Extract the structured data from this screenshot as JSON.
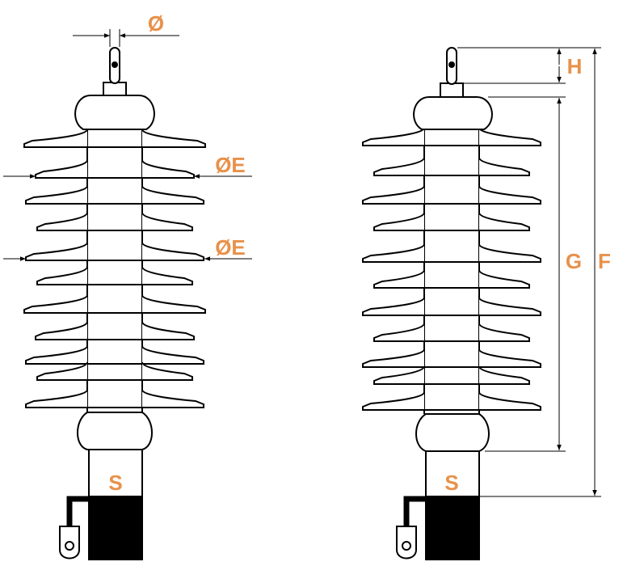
{
  "colors": {
    "label": "#E8914A",
    "line": "#000000",
    "fill": "#ffffff",
    "base": "#000000"
  },
  "labels": {
    "left": {
      "rod_diameter": "Ø",
      "shed_diameter_upper": "ØE",
      "shed_diameter_lower": "ØE",
      "section": "S"
    },
    "right": {
      "h": "H",
      "g": "G",
      "f": "F",
      "section": "S"
    }
  }
}
